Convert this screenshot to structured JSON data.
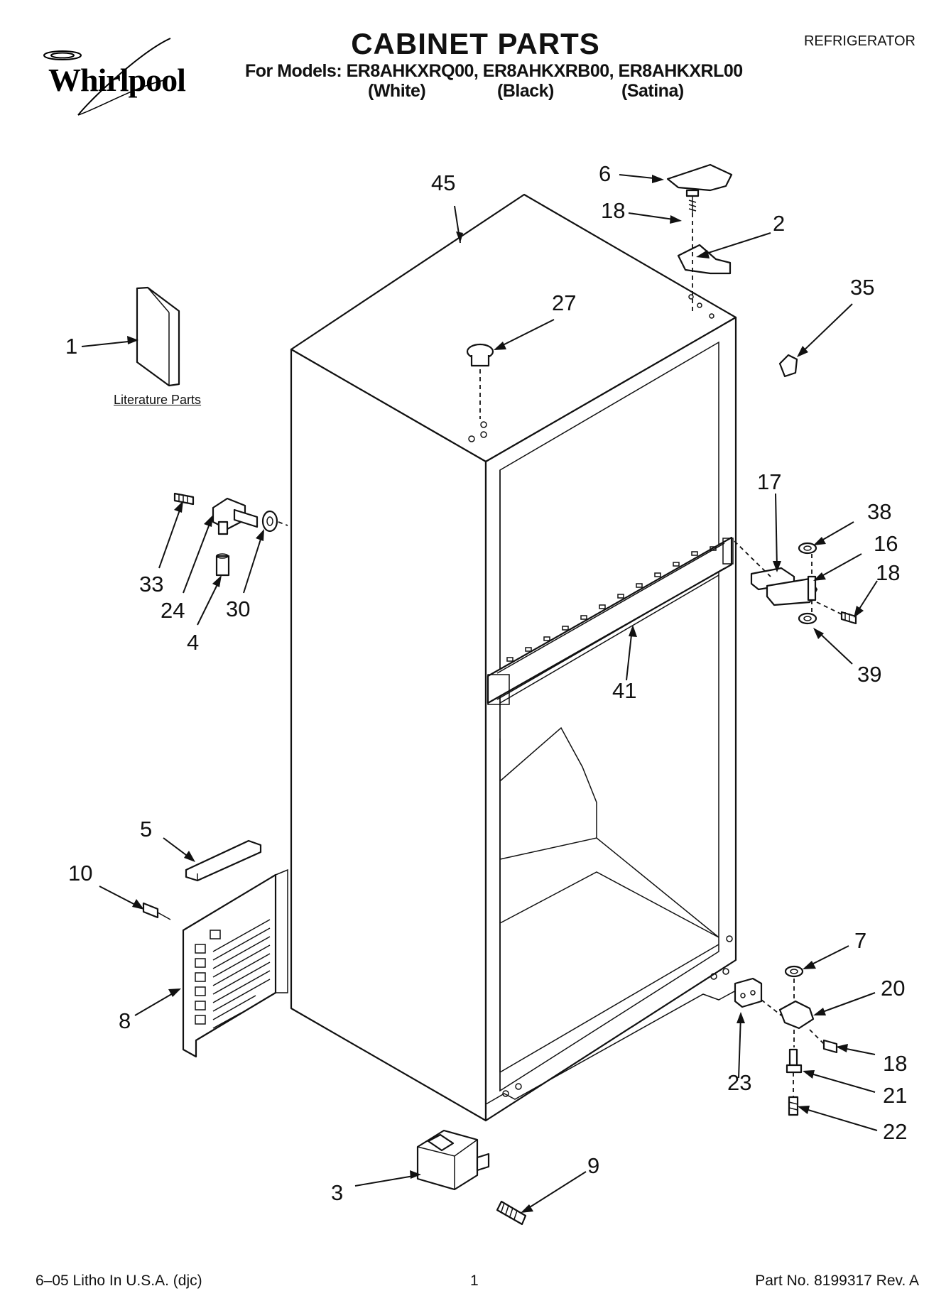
{
  "header": {
    "brand": "Whirlpool",
    "title": "CABINET PARTS",
    "category": "REFRIGERATOR",
    "models_line": "For Models: ER8AHKXRQ00, ER8AHKXRB00, ER8AHKXRL00",
    "variants": [
      "(White)",
      "(Black)",
      "(Satina)"
    ]
  },
  "literature_label": "Literature Parts",
  "callouts": [
    "45",
    "6",
    "18",
    "2",
    "35",
    "27",
    "1",
    "17",
    "38",
    "16",
    "18",
    "33",
    "24",
    "30",
    "4",
    "41",
    "39",
    "5",
    "10",
    "7",
    "20",
    "8",
    "23",
    "18",
    "21",
    "22",
    "9",
    "3"
  ],
  "footer": {
    "left": "6–05 Litho In U.S.A. (djc)",
    "center": "1",
    "right": "Part No. 8199317 Rev. A"
  }
}
